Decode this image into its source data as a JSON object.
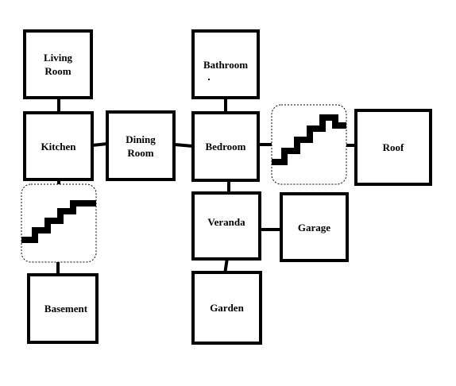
{
  "rooms": {
    "living_room": "Living\nRoom",
    "kitchen": "Kitchen",
    "dining_room": "Dining\nRoom",
    "bedroom": "Bedroom",
    "bathroom": "Bathroom",
    "roof": "Roof",
    "veranda": "Veranda",
    "garage": "Garage",
    "garden": "Garden",
    "basement": "Basement"
  },
  "colors": {
    "line": "#000000",
    "background": "#ffffff"
  }
}
